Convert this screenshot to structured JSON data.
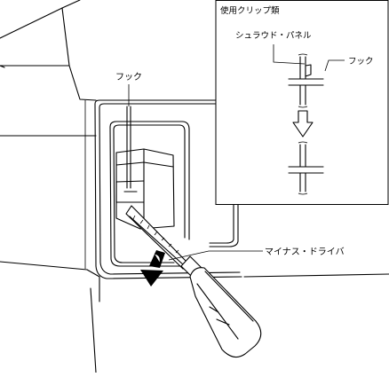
{
  "labels": {
    "hook_main": "フック",
    "screwdriver": "マイナス・ドライバ"
  },
  "inset": {
    "title": "使用クリップ類",
    "shroud_panel": "シュラウド・パネル",
    "hook": "フック"
  }
}
